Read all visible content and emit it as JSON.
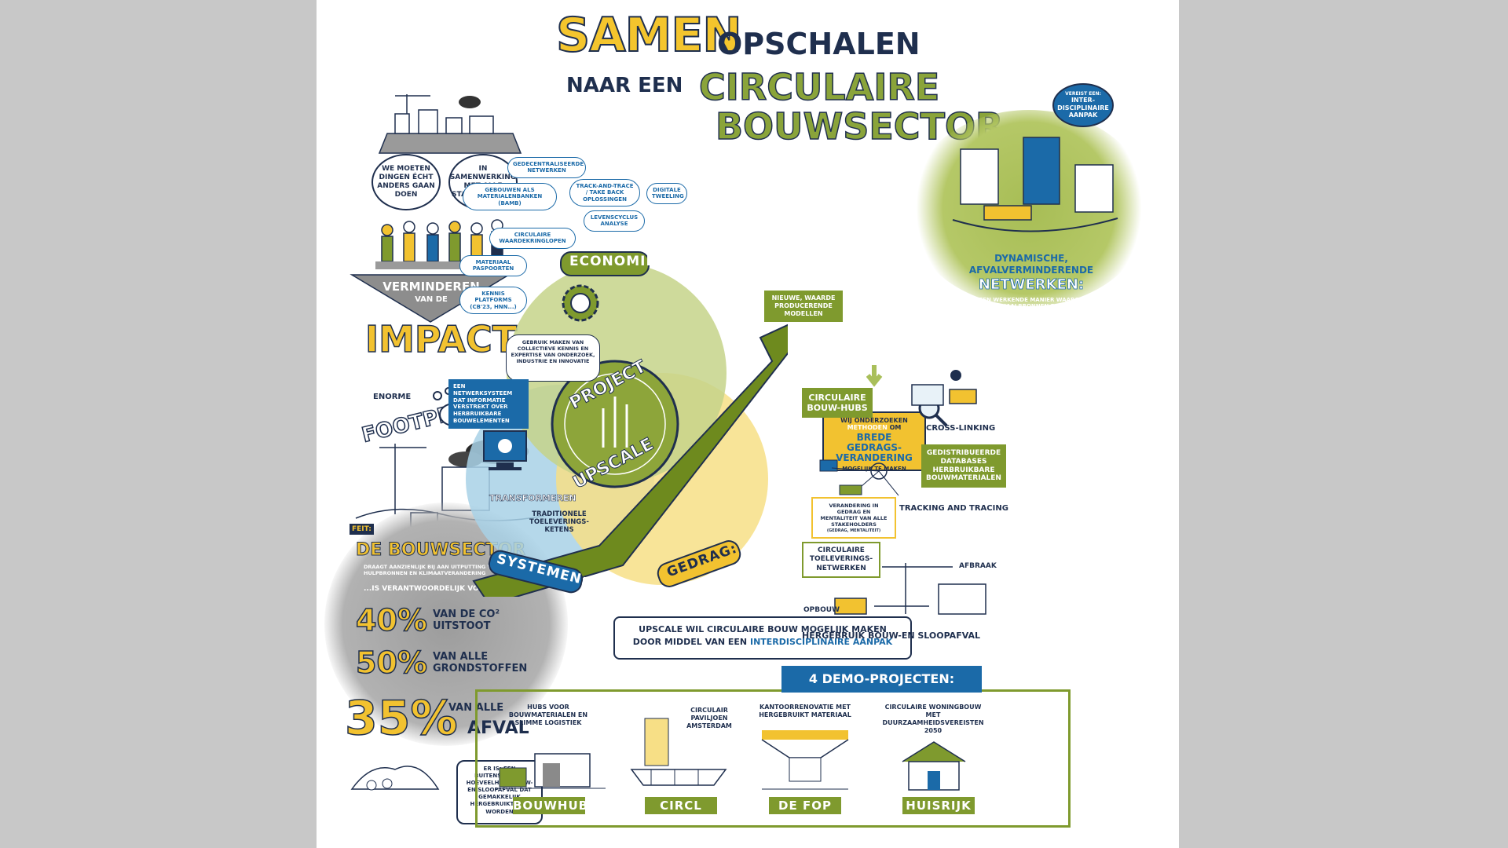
{
  "title": {
    "samen": "SAMEN",
    "opschalen": "OPSCHALEN",
    "naar_een": "NAAR EEN",
    "circulaire": "CIRCULAIRE",
    "bouwsector": "BOUWSECTOR"
  },
  "left": {
    "bubble_1": "WE MOETEN DINGEN ÉCHT ANDERS GAAN DOEN",
    "bubble_2": "IN SAMENWERKING MET ALLE STAKEHOLDERS",
    "verminderen": "VERMINDEREN",
    "van_de": "VAN DE",
    "impact": "IMPACT",
    "enorme": "ENORME",
    "footprint": "FOOTPRINT"
  },
  "facts": {
    "feit": "FEIT:",
    "heading": "DE BOUWSECTOR",
    "sub": "DRAAGT AANZIENLIJK BIJ AAN UITPUTTING VAN HULPBRONNEN EN KLIMAATVERANDERING",
    "responsible": "...IS VERANTWOORDELIJK VOOR:",
    "stat1_num": "40%",
    "stat1_txt": "VAN DE CO² UITSTOOT",
    "stat2_num": "50%",
    "stat2_txt": "VAN ALLE GRONDSTOFFEN",
    "stat3_num": "35%",
    "stat3_txt_a": "VAN ALLE",
    "stat3_txt_b": "AFVAL",
    "er_is": "ER IS: EEN BUITENSPORIGE HOEVEELHEID BOUW- EN SLOOPAFVAL DAT GEMAKKELIJK HERGEBRUIKT KAN WORDEN"
  },
  "clouds": {
    "c1": "GEDECENTRALISEERDE NETWERKEN",
    "c2": "GEBOUWEN ALS MATERIALENBANKEN (BAMB)",
    "c3": "TRACK-AND-TRACE / TAKE BACK OPLOSSINGEN",
    "c4": "DIGITALE TWEELING",
    "c5": "LEVENSCYCLUS ANALYSE",
    "c6": "CIRCULAIRE WAARDEKRINGLOPEN",
    "c7": "MATERIAAL PASPOORTEN",
    "c8": "KENNIS PLATFORMS (CB'23, HNN...)"
  },
  "center": {
    "economie": "ECONOMIE:",
    "systemen": "SYSTEMEN:",
    "gedrag": "GEDRAG:",
    "project": "PROJECT",
    "upscale": "UPSCALE",
    "nieuwe": "NIEUWE, WAARDE PRODUCERENDE MODELLEN",
    "kennis": "GEBRUIK MAKEN VAN COLLECTIEVE KENNIS EN EXPERTISE VAN ONDERZOEK, INDUSTRIE EN INNOVATIE",
    "netwerk": "EEN NETWERKSYSTEEM DAT INFORMATIE VERSTREKT OVER HERBRUIKBARE BOUWELEMENTEN",
    "transformeren": "TRANSFORMEREN",
    "traditionele": "TRADITIONELE TOELEVERINGS-KETENS",
    "onderzoek_a": "WIJ ONDERZOEKEN",
    "onderzoek_b": "METHODEN",
    "onderzoek_c": "OM",
    "onderzoek_d": "BREDE GEDRAGS-VERANDERING",
    "onderzoek_e": "MOGELIJK TE MAKEN",
    "verandering": "VERANDERING IN GEDRAG EN MENTALITEIT VAN ALLE STAKEHOLDERS",
    "verandering_sub": "(GEDRAG, MENTALITEIT)",
    "statement_a": "UPSCALE WIL CIRCULAIRE BOUW MOGELIJK MAKEN",
    "statement_b": "DOOR MIDDEL VAN EEN",
    "statement_c": "INTERDISCIPLINAIRE AANPAK"
  },
  "right": {
    "vereist": "VEREIST EEN:",
    "inter": "INTER-DISCIPLINAIRE AANPAK",
    "dyn_a": "DYNAMISCHE,",
    "dyn_b": "AFVALVERMINDERENDE",
    "dyn_c": "NETWERKEN:",
    "dyn_sub": "EEN WERKENDE MANIER WAAROP MATERIAALBRONNEN BEHEERD WORDEN",
    "hubs": "CIRCULAIRE BOUW-HUBS",
    "crosslinking": "CROSS-LINKING",
    "databases": "GEDISTRIBUEERDE DATABASES HERBRUIKBARE BOUWMATERIALEN",
    "tracking": "TRACKING AND TRACING",
    "toelevering": "CIRCULAIRE TOELEVERINGS-NETWERKEN",
    "afbraak": "AFBRAAK",
    "opbouw": "OPBOUW",
    "hergebruik": "HERGEBRUIK BOUW-EN SLOOPAFVAL"
  },
  "demo": {
    "heading": "4 DEMO-PROJECTEN:",
    "items": [
      {
        "title": "HUBS VOOR BOUWMATERIALEN EN SLIMME LOGISTIEK",
        "label": "BOUWHUB"
      },
      {
        "title": "CIRCULAIR PAVILJOEN AMSTERDAM",
        "label": "CIRCL"
      },
      {
        "title": "KANTOORRENOVATIE MET HERGEBRUIKT MATERIAAL",
        "label": "DE FOP"
      },
      {
        "title": "CIRCULAIRE WONINGBOUW MET DUURZAAMHEIDSVEREISTEN 2050",
        "label": "HUISRIJK"
      }
    ]
  },
  "colors": {
    "navy": "#1f2f4e",
    "olive": "#7f9a2e",
    "yellow": "#f2c230",
    "blue": "#1b6aa8",
    "grey_bg": "#c8c8c8"
  }
}
